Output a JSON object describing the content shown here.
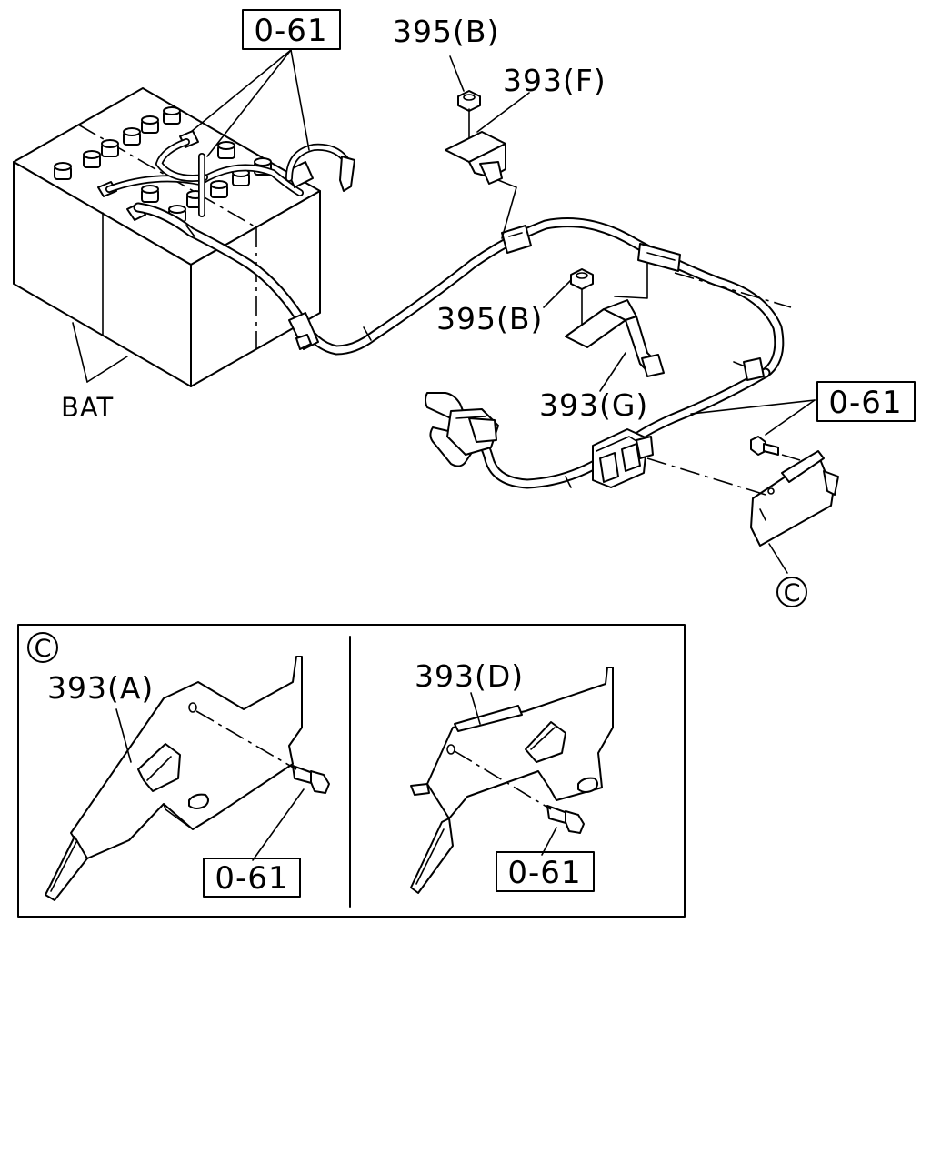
{
  "labels": {
    "ref_top_box": "0-61",
    "nut_395b_top": "395(B)",
    "bracket_393f": "393(F)",
    "nut_395b_mid": "395(B)",
    "bracket_393g": "393(G)",
    "ref_right_box": "0-61",
    "battery": "BAT",
    "view_marker_main": "C",
    "detail_marker": "C",
    "bracket_393a": "393(A)",
    "ref_detail_left_box": "0-61",
    "bracket_393d": "393(D)",
    "ref_detail_right_box": "0-61"
  }
}
